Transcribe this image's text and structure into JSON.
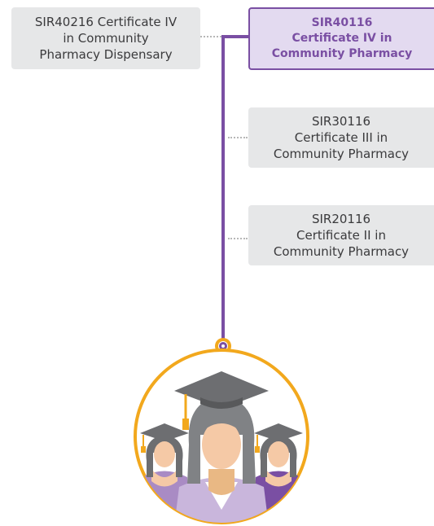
{
  "qualifications": {
    "dispensary": {
      "lines": [
        "SIR40216 Certificate IV",
        "in Community",
        "Pharmacy Dispensary"
      ]
    },
    "cert_iv": {
      "lines": [
        "SIR40116",
        "Certificate IV in",
        "Community Pharmacy"
      ]
    },
    "cert_iii": {
      "lines": [
        "SIR30116",
        "Certificate III in",
        "Community Pharmacy"
      ]
    },
    "cert_ii": {
      "lines": [
        "SIR20116",
        "Certificate II in",
        "Community Pharmacy"
      ]
    }
  },
  "colors": {
    "accent_purple": "#7a4fa3",
    "accent_gold": "#f2a81d",
    "box_grey": "#e6e7e8",
    "highlight_fill": "#e3daf0",
    "connector_grey": "#b7b7b7"
  },
  "icons": {
    "graduates": "graduates-icon",
    "node": "pathway-node-icon"
  }
}
